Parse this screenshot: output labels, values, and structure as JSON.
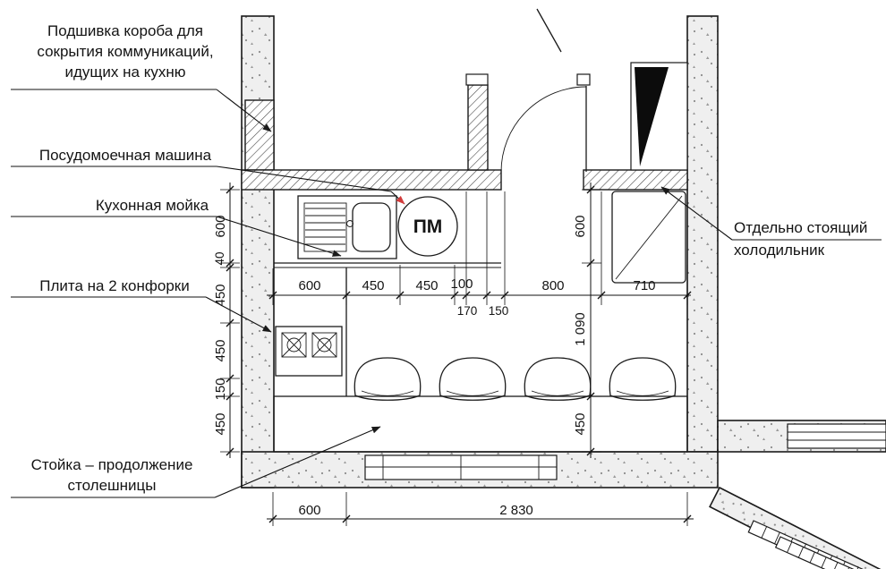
{
  "callouts": {
    "boxing": {
      "line1": "Подшивка короба для",
      "line2": "сокрытия коммуникаций,",
      "line3": "идущих на кухню"
    },
    "dishwasher": {
      "label": "Посудомоечная машина"
    },
    "sink": {
      "label": "Кухонная мойка"
    },
    "stove": {
      "label": "Плита на 2 конфорки"
    },
    "bar": {
      "line1": "Стойка – продолжение",
      "line2": "столешницы"
    },
    "fridge": {
      "line1": "Отдельно стоящий",
      "line2": "холодильник"
    }
  },
  "marks": {
    "dishwasher": "ПМ"
  },
  "dims": {
    "top": {
      "d1": "600",
      "d2": "450",
      "d3": "450",
      "d4": "100",
      "d5": "800",
      "d6": "710",
      "s1": "170",
      "s2": "150"
    },
    "left": {
      "d1": "600",
      "d2": "40",
      "d3": "450",
      "d4": "450",
      "d5": "150",
      "d6": "450"
    },
    "right": {
      "d1": "600",
      "d2": "1 090",
      "d3": "450"
    },
    "bottom": {
      "d1": "600",
      "d2": "2 830"
    }
  },
  "colors": {
    "accent_red": "#d23b3b",
    "line": "#1a1a1a"
  }
}
